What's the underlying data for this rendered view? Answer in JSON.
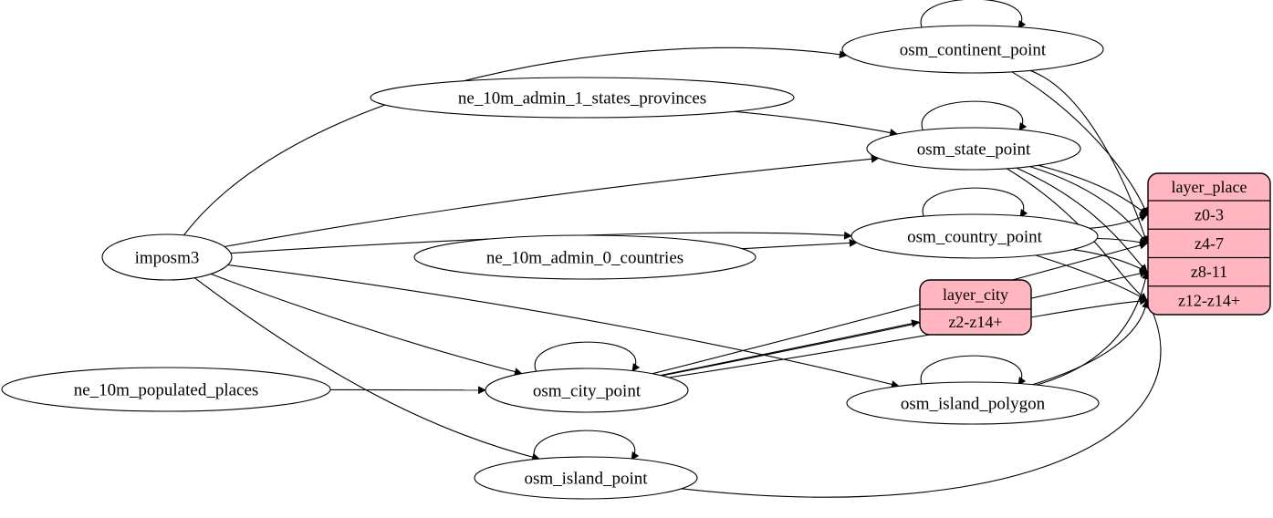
{
  "diagram": {
    "kind": "etl-dependency-graph",
    "colors": {
      "background": "#ffffff",
      "table_fill": "#ffffff",
      "layer_fill": "#ffb6c1",
      "stroke": "#000000",
      "text": "#000000"
    },
    "tables": [
      {
        "id": "imposm3",
        "label": "imposm3",
        "self_loop": false
      },
      {
        "id": "ne_10m_admin_1_states_provinces",
        "label": "ne_10m_admin_1_states_provinces",
        "self_loop": false
      },
      {
        "id": "ne_10m_admin_0_countries",
        "label": "ne_10m_admin_0_countries",
        "self_loop": false
      },
      {
        "id": "ne_10m_populated_places",
        "label": "ne_10m_populated_places",
        "self_loop": false
      },
      {
        "id": "osm_continent_point",
        "label": "osm_continent_point",
        "self_loop": true
      },
      {
        "id": "osm_state_point",
        "label": "osm_state_point",
        "self_loop": true
      },
      {
        "id": "osm_country_point",
        "label": "osm_country_point",
        "self_loop": true
      },
      {
        "id": "osm_city_point",
        "label": "osm_city_point",
        "self_loop": true
      },
      {
        "id": "osm_island_polygon",
        "label": "osm_island_polygon",
        "self_loop": true
      },
      {
        "id": "osm_island_point",
        "label": "osm_island_point",
        "self_loop": true
      }
    ],
    "layers": [
      {
        "id": "layer_place",
        "title": "layer_place",
        "rows": [
          "z0-3",
          "z4-7",
          "z8-11",
          "z12-z14+"
        ]
      },
      {
        "id": "layer_city",
        "title": "layer_city",
        "rows": [
          "z2-z14+"
        ]
      }
    ],
    "edges": [
      {
        "from": "imposm3",
        "to": "osm_continent_point"
      },
      {
        "from": "imposm3",
        "to": "osm_state_point"
      },
      {
        "from": "imposm3",
        "to": "osm_country_point"
      },
      {
        "from": "imposm3",
        "to": "osm_city_point"
      },
      {
        "from": "imposm3",
        "to": "osm_island_polygon"
      },
      {
        "from": "imposm3",
        "to": "osm_island_point"
      },
      {
        "from": "ne_10m_admin_1_states_provinces",
        "to": "osm_state_point"
      },
      {
        "from": "ne_10m_admin_0_countries",
        "to": "osm_country_point"
      },
      {
        "from": "ne_10m_populated_places",
        "to": "osm_city_point"
      },
      {
        "from": "osm_continent_point",
        "to": "layer_place",
        "row": "z0-3"
      },
      {
        "from": "osm_continent_point",
        "to": "layer_place",
        "row": "z4-7"
      },
      {
        "from": "osm_state_point",
        "to": "layer_place",
        "row": "z0-3"
      },
      {
        "from": "osm_state_point",
        "to": "layer_place",
        "row": "z4-7"
      },
      {
        "from": "osm_state_point",
        "to": "layer_place",
        "row": "z8-11"
      },
      {
        "from": "osm_state_point",
        "to": "layer_place",
        "row": "z12-z14+"
      },
      {
        "from": "osm_country_point",
        "to": "layer_place",
        "row": "z0-3"
      },
      {
        "from": "osm_country_point",
        "to": "layer_place",
        "row": "z4-7"
      },
      {
        "from": "osm_country_point",
        "to": "layer_place",
        "row": "z8-11"
      },
      {
        "from": "osm_country_point",
        "to": "layer_place",
        "row": "z12-z14+"
      },
      {
        "from": "osm_city_point",
        "to": "layer_city",
        "row": "z2-z14+"
      },
      {
        "from": "osm_city_point",
        "to": "layer_place",
        "row": "z4-7"
      },
      {
        "from": "osm_city_point",
        "to": "layer_place",
        "row": "z8-11"
      },
      {
        "from": "osm_city_point",
        "to": "layer_place",
        "row": "z12-z14+"
      },
      {
        "from": "osm_island_polygon",
        "to": "layer_place",
        "row": "z8-11"
      },
      {
        "from": "osm_island_polygon",
        "to": "layer_place",
        "row": "z12-z14+"
      },
      {
        "from": "osm_island_point",
        "to": "layer_place",
        "row": "z12-z14+"
      }
    ]
  }
}
